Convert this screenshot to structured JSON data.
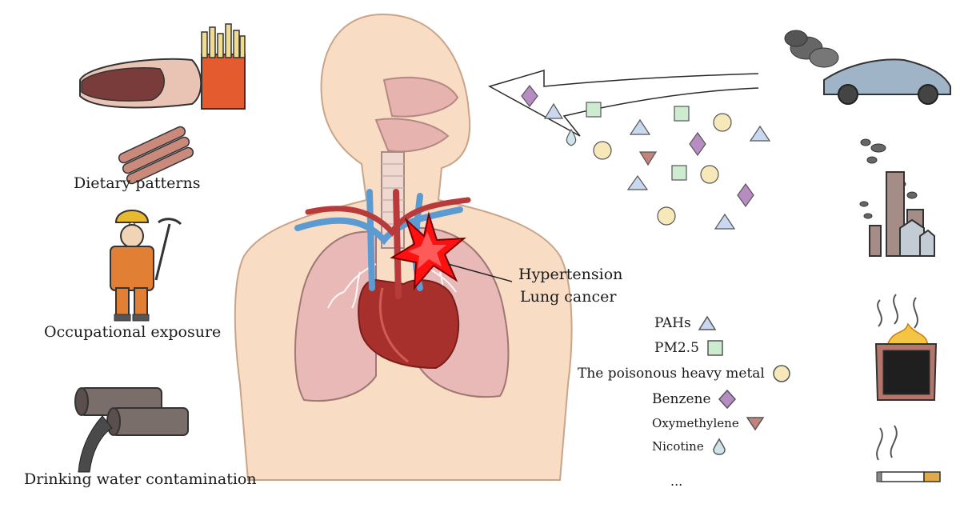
{
  "sources_left": [
    {
      "label": "Dietary patterns"
    },
    {
      "label": "Occupational exposure"
    },
    {
      "label": "Drinking water contamination"
    }
  ],
  "effects": {
    "line1": "Hypertension",
    "line2": "Lung cancer"
  },
  "legend": [
    {
      "label": "PAHs",
      "shape": "triangle",
      "color": "#c9d8ee"
    },
    {
      "label": "PM2.5",
      "shape": "square",
      "color": "#cdeccf"
    },
    {
      "label": "The poisonous heavy metal",
      "shape": "circle",
      "color": "#f6e8b9"
    },
    {
      "label": "Benzene",
      "shape": "diamond",
      "color": "#b78cc3"
    },
    {
      "label": "Oxymethylene",
      "shape": "triangle-down",
      "color": "#c2847a"
    },
    {
      "label": "Nicotine",
      "shape": "drop",
      "color": "#cfe3ea"
    }
  ],
  "legend_more": "...",
  "colors": {
    "body": "#f8dcc4",
    "lung": "#e9b9b7",
    "heart": "#a8302c",
    "vein": "#5b9bd1",
    "artery": "#b83a3a",
    "spark": "#ff1010"
  }
}
